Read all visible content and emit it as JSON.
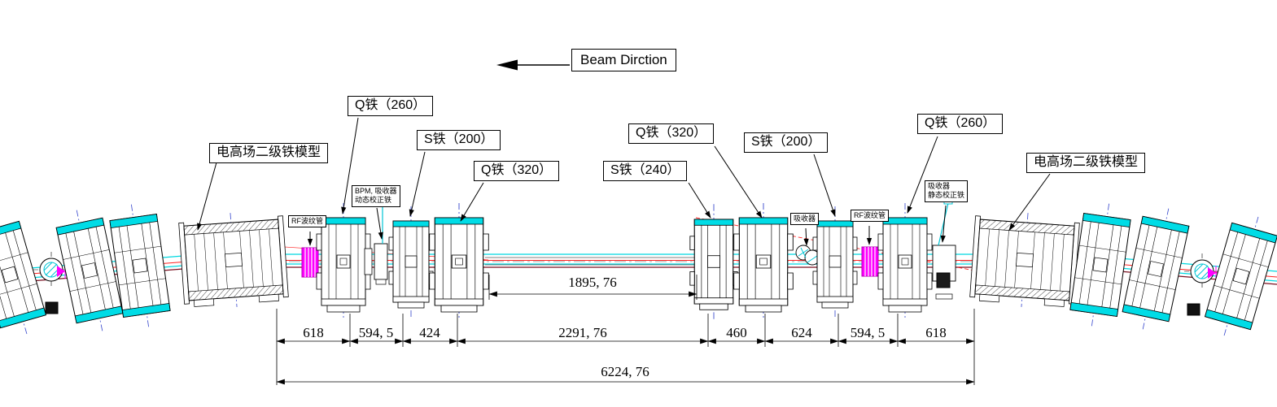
{
  "beam_direction_label": "Beam Dirction",
  "labels": {
    "dipole_left": "电高场二级铁模型",
    "q260_left": "Q铁（260）",
    "s200_left": "S铁（200）",
    "q320_left": "Q铁（320）",
    "bpm_line1": "BPM, 吸收器",
    "bpm_line2": "动态校正铁",
    "rf_bellows_left": "RF波纹管",
    "s240": "S铁（240）",
    "q320_right": "Q铁（320）",
    "s200_right": "S铁（200）",
    "absorber": "吸收器",
    "rf_bellows_right": "RF波纹管",
    "absorber_static_line1": "吸收器",
    "absorber_static_line2": "静态校正铁",
    "q260_right": "Q铁（260）",
    "dipole_right": "电高场二级铁模型"
  },
  "dimensions": {
    "inner_span": "1895, 76",
    "segments": [
      "618",
      "594, 5",
      "424",
      "2291, 76",
      "460",
      "624",
      "594, 5",
      "618"
    ],
    "total": "6224, 76"
  },
  "colors": {
    "cap_cyan": "#00dce6",
    "beam_cyan": "#00d8e0",
    "magenta": "#ff00ff",
    "red": "#ff2020",
    "dark_red": "#7a1020",
    "centerline_blue": "#3344cc"
  }
}
